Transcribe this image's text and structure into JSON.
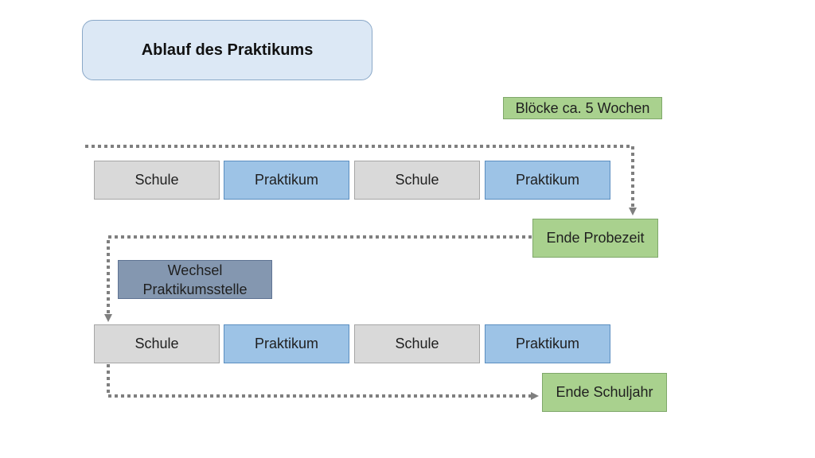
{
  "title": "Ablauf des Praktikums",
  "note": "Blöcke ca. 5 Wochen",
  "row1": [
    "Schule",
    "Praktikum",
    "Schule",
    "Praktikum"
  ],
  "row2": [
    "Schule",
    "Praktikum",
    "Schule",
    "Praktikum"
  ],
  "milestones": {
    "probezeit": "Ende Probezeit",
    "schuljahr": "Ende Schuljahr"
  },
  "switch": {
    "line1": "Wechsel",
    "line2": "Praktikumsstelle"
  },
  "colors": {
    "schule": "#d9d9d9",
    "praktikum": "#9dc3e6",
    "milestone": "#a9d18e",
    "switch": "#8497b0",
    "title_bg": "#dce8f5",
    "connector": "#7f7f7f"
  }
}
